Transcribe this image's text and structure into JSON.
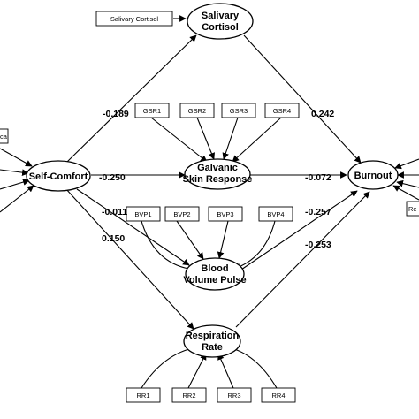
{
  "nodes": {
    "salivary_cortisol": [
      "Salivary",
      "Cortisol"
    ],
    "self_comfort": "Self-Comfort",
    "gsr": [
      "Galvanic",
      "Skin Response"
    ],
    "burnout": "Burnout",
    "bvp": [
      "Blood",
      "Volume Pulse"
    ],
    "respiration": [
      "Respiration",
      "Rate"
    ]
  },
  "indicators": {
    "salivary": "Salivary Cortisol",
    "gsr": [
      "GSR1",
      "GSR2",
      "GSR3",
      "GSR4"
    ],
    "bvp": [
      "BVP1",
      "BVP2",
      "BVP3",
      "BVP4"
    ],
    "rr": [
      "RR1",
      "RR2",
      "RR3",
      "RR4"
    ],
    "left_cut": "ca",
    "right_cut": "Re"
  },
  "coefficients": {
    "self_to_salivary": "-0.189",
    "salivary_to_burnout": "0.242",
    "self_to_gsr": "-0.250",
    "gsr_to_burnout": "-0.072",
    "self_to_bvp": "-0.011",
    "bvp_to_burnout": "-0.257",
    "self_to_rr": "0.150",
    "rr_to_burnout": "-0.253"
  }
}
